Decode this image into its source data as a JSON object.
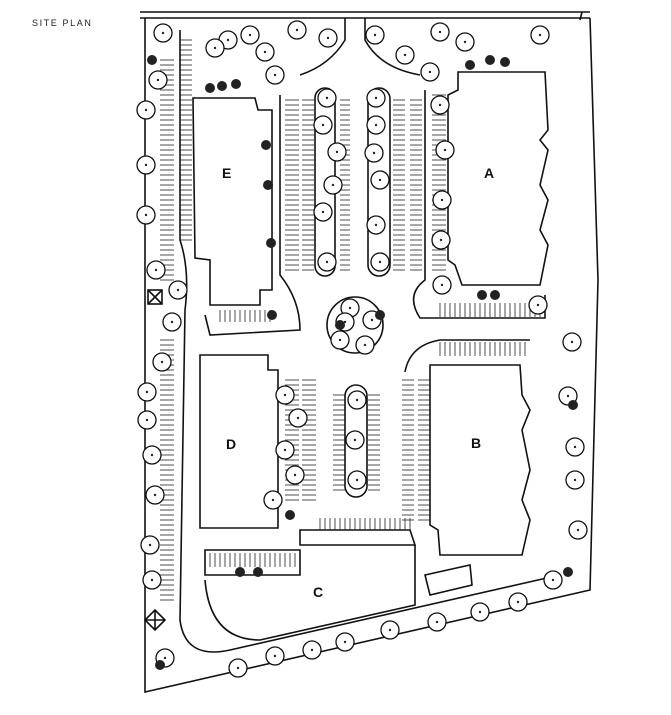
{
  "title": "SITE PLAN",
  "buildings": [
    {
      "id": "A",
      "label": "A"
    },
    {
      "id": "B",
      "label": "B"
    },
    {
      "id": "C",
      "label": "C"
    },
    {
      "id": "D",
      "label": "D"
    },
    {
      "id": "E",
      "label": "E"
    }
  ]
}
